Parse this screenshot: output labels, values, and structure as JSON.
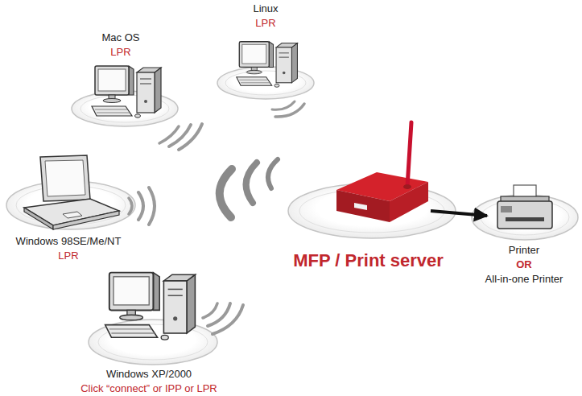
{
  "diagram": {
    "nodes": [
      {
        "text": [
          "Linux",
          "LPR"
        ]
      },
      {
        "text": [
          "Mac OS",
          "LPR"
        ]
      },
      {
        "text": [
          "Windows 98SE/Me/NT",
          "LPR"
        ]
      },
      {
        "text": [
          "MFP / Print server"
        ]
      },
      {
        "text": [
          "Printer",
          "OR",
          "All-in-one Printer"
        ]
      },
      {
        "text": [
          "Windows XP/2000",
          "Click “connect” or IPP or LPR"
        ]
      }
    ],
    "edges": [
      {
        "from": 3,
        "to": 4,
        "arrow": "to"
      }
    ]
  }
}
